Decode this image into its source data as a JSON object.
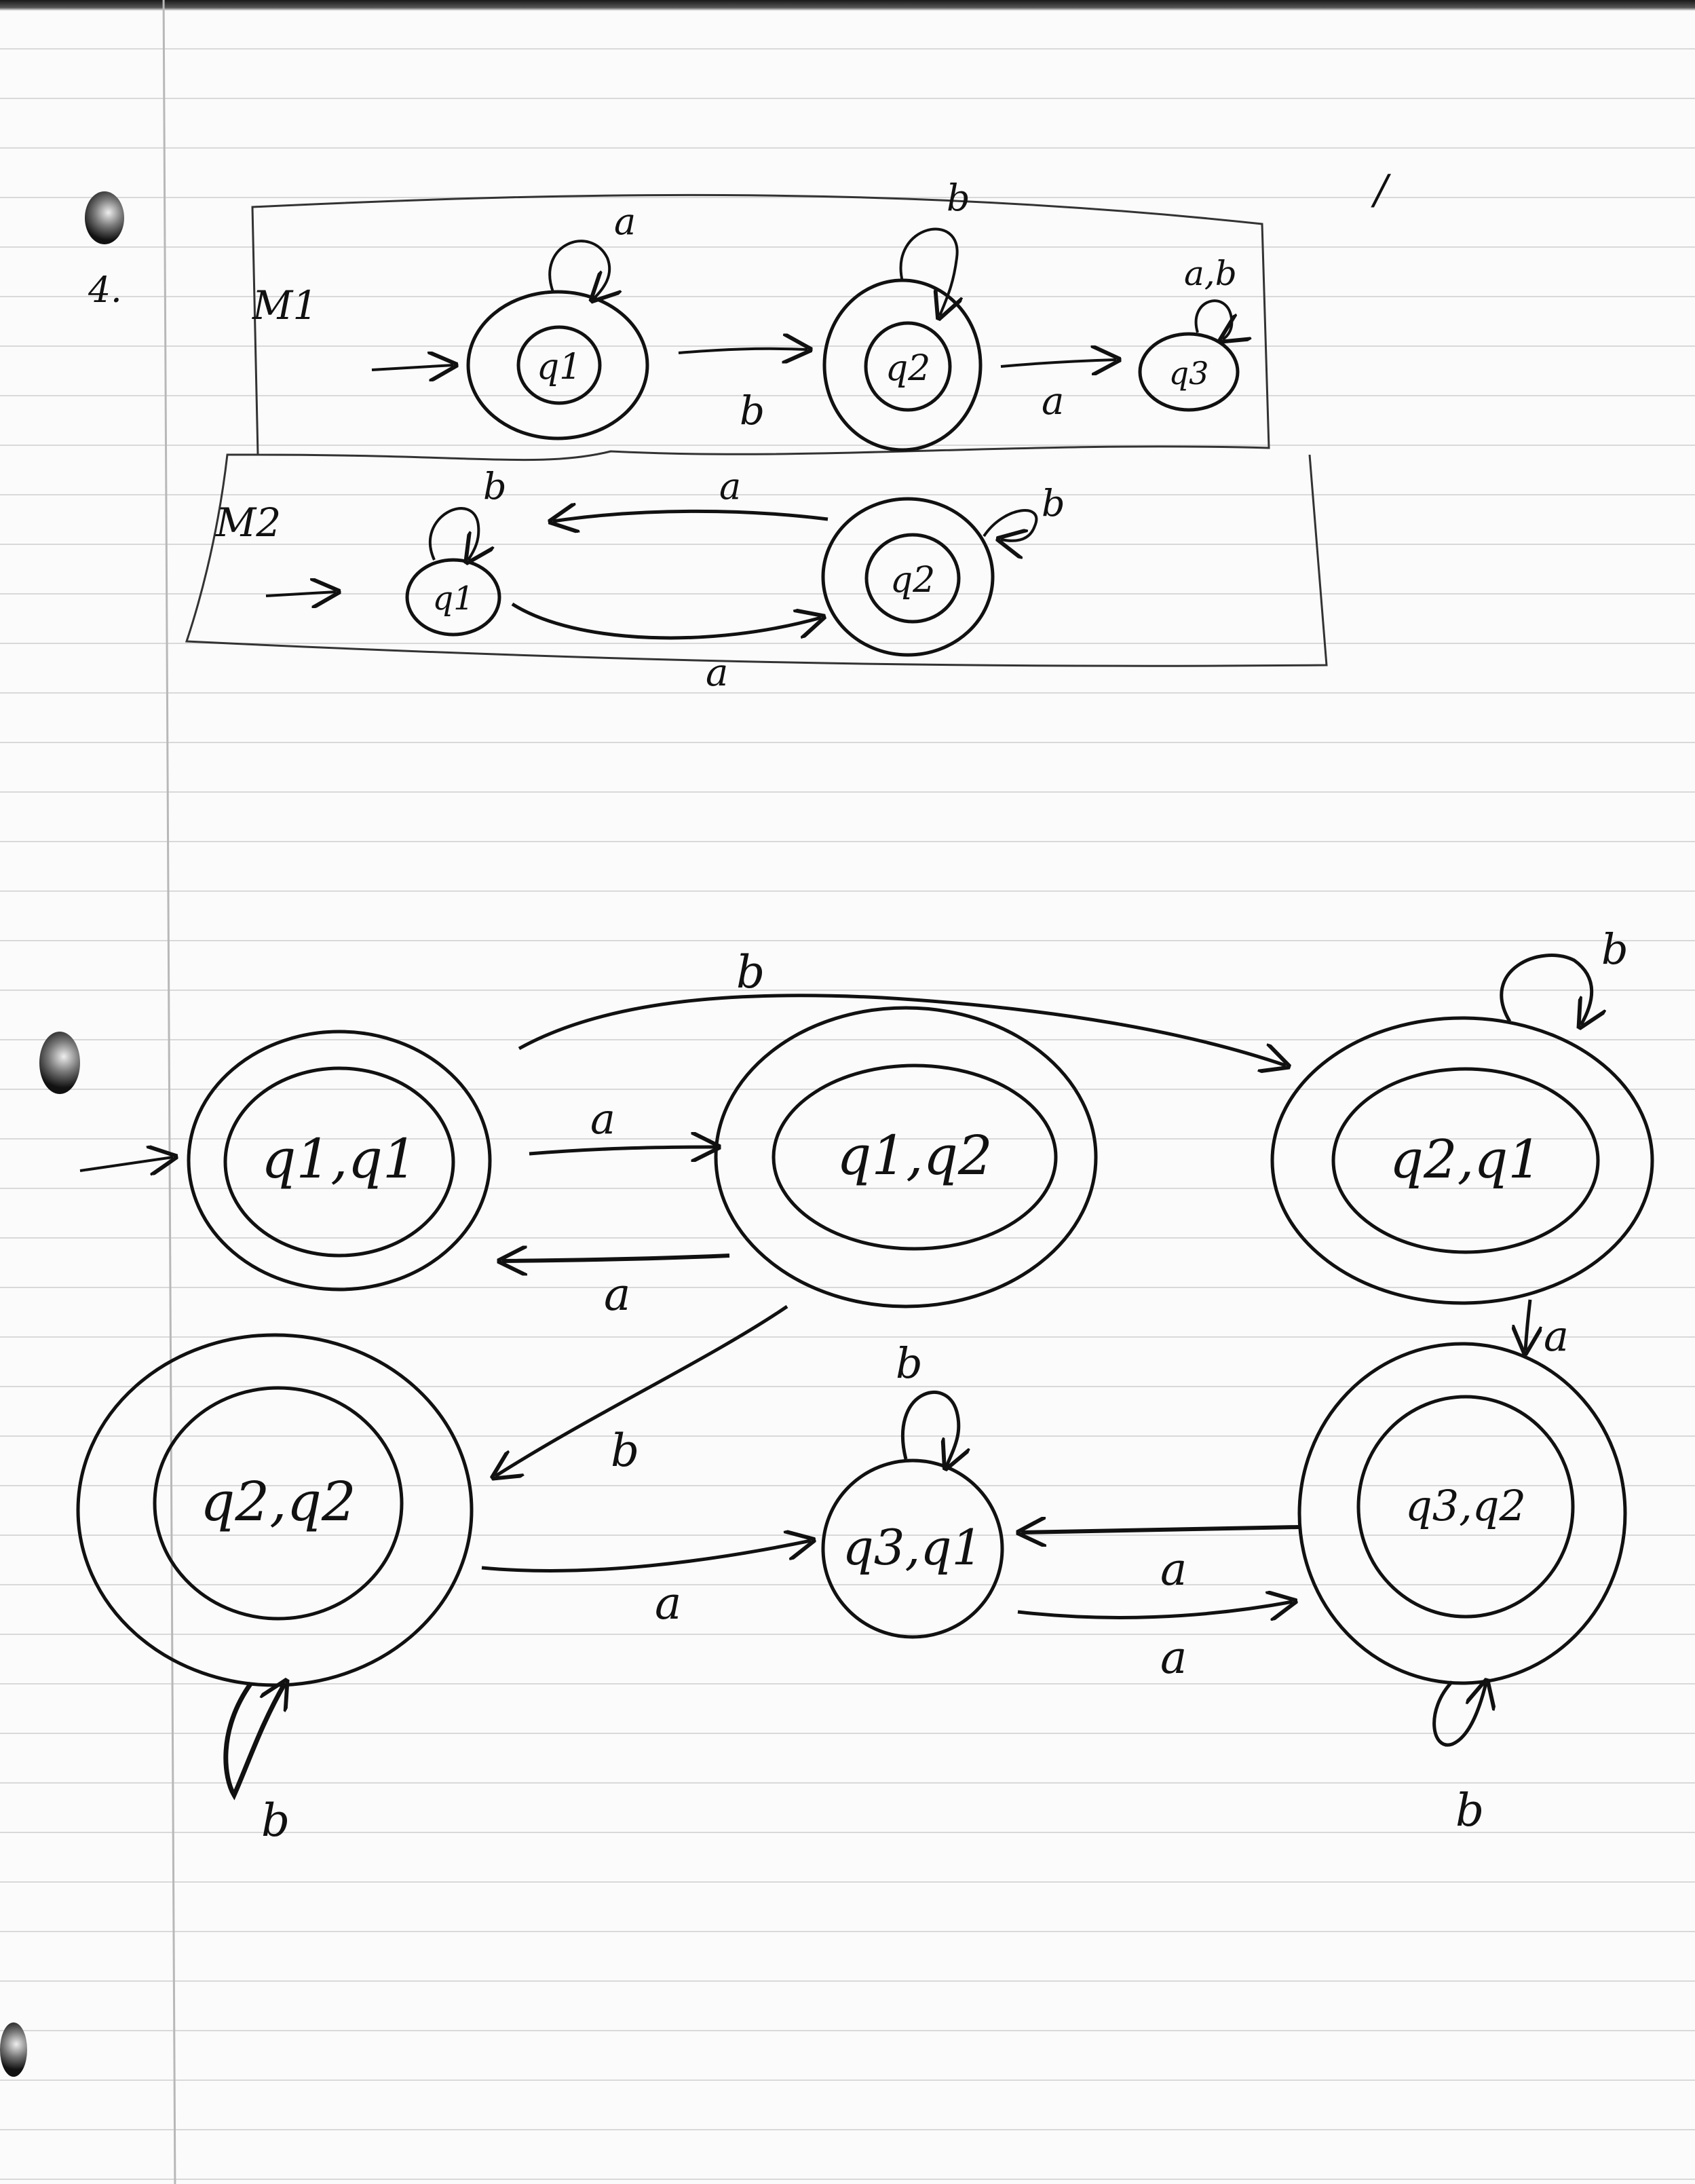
{
  "problem_number": "4.",
  "tick_mark": "/",
  "machine_m1": {
    "name": "M1",
    "states": [
      {
        "id": "q1",
        "label": "q1",
        "accepting": true,
        "start": true
      },
      {
        "id": "q2",
        "label": "q2",
        "accepting": true,
        "start": false
      },
      {
        "id": "q3",
        "label": "q3",
        "accepting": false,
        "start": false
      }
    ],
    "transitions": [
      {
        "from": "q1",
        "to": "q1",
        "label": "a"
      },
      {
        "from": "q1",
        "to": "q2",
        "label": "b"
      },
      {
        "from": "q2",
        "to": "q2",
        "label": "b"
      },
      {
        "from": "q2",
        "to": "q3",
        "label": "a"
      },
      {
        "from": "q3",
        "to": "q3",
        "label": "a,b"
      }
    ]
  },
  "machine_m2": {
    "name": "M2",
    "states": [
      {
        "id": "q1",
        "label": "q1",
        "accepting": false,
        "start": true
      },
      {
        "id": "q2",
        "label": "q2",
        "accepting": true,
        "start": false
      }
    ],
    "transitions": [
      {
        "from": "q1",
        "to": "q1",
        "label": "b"
      },
      {
        "from": "q1",
        "to": "q2",
        "label": "a"
      },
      {
        "from": "q2",
        "to": "q1",
        "label": "a"
      },
      {
        "from": "q2",
        "to": "q2",
        "label": "b"
      }
    ]
  },
  "product_machine": {
    "states": [
      {
        "id": "q1q1",
        "label": "q1,q1",
        "accepting": true,
        "start": true
      },
      {
        "id": "q1q2",
        "label": "q1,q2",
        "accepting": true,
        "start": false
      },
      {
        "id": "q2q1",
        "label": "q2,q1",
        "accepting": true,
        "start": false
      },
      {
        "id": "q2q2",
        "label": "q2,q2",
        "accepting": true,
        "start": false
      },
      {
        "id": "q3q1",
        "label": "q3,q1",
        "accepting": false,
        "start": false
      },
      {
        "id": "q3q2",
        "label": "q3,q2",
        "accepting": true,
        "start": false
      }
    ],
    "transitions": [
      {
        "from": "q1q1",
        "to": "q2q1",
        "label": "b"
      },
      {
        "from": "q1q1",
        "to": "q1q2",
        "label": "a"
      },
      {
        "from": "q1q2",
        "to": "q1q1",
        "label": "a"
      },
      {
        "from": "q2q1",
        "to": "q2q1",
        "label": "b"
      },
      {
        "from": "q2q1",
        "to": "q3q2",
        "label": "a"
      },
      {
        "from": "q1q2",
        "to": "q2q2",
        "label": "b"
      },
      {
        "from": "q3q1",
        "to": "q3q1",
        "label": "b"
      },
      {
        "from": "q2q2",
        "to": "q3q1",
        "label": "a"
      },
      {
        "from": "q3q2",
        "to": "q3q1",
        "label": "a"
      },
      {
        "from": "q3q1",
        "to": "q3q2",
        "label": "a"
      },
      {
        "from": "q2q2",
        "to": "q2q2",
        "label": "b"
      },
      {
        "from": "q3q2",
        "to": "q3q2",
        "label": "b"
      }
    ]
  }
}
